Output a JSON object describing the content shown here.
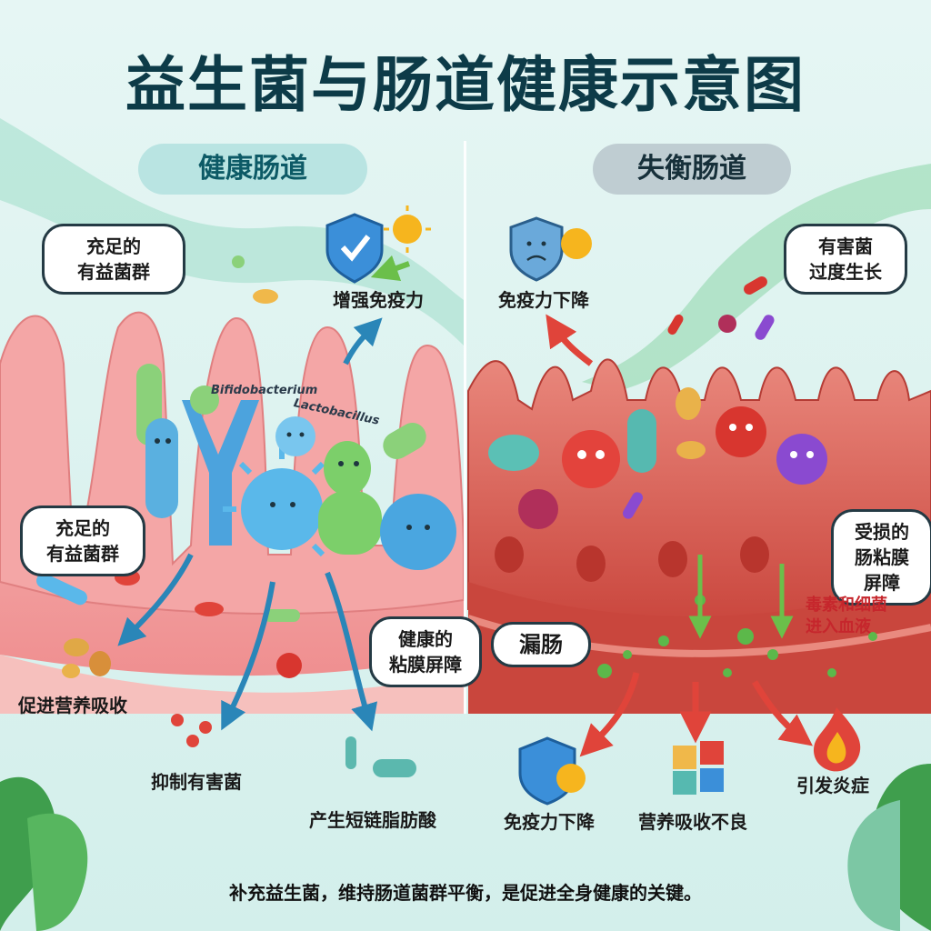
{
  "title": "益生菌与肠道健康示意图",
  "panels": {
    "healthy": {
      "header": "健康肠道",
      "bubble_top": "充足的\n有益菌群",
      "bubble_mid": "充足的\n有益菌群",
      "bubble_barrier": "健康的\n粘膜屏障",
      "immunity": "增强免疫力",
      "nutrient": "促进营养吸收",
      "inhibit": "抑制有害菌",
      "scfa": "产生短链脂肪酸",
      "bacteria_names": [
        "Bifidobacterium",
        "Lactobacillus"
      ]
    },
    "imbalanced": {
      "header": "失衡肠道",
      "bubble_overgrowth": "有害菌\n过度生长",
      "bubble_damaged": "受损的\n肠粘膜\n屏障",
      "leaky_gut": "漏肠",
      "immunity_down_top": "免疫力下降",
      "toxins": "毒素和细菌\n进入血液",
      "immunity_down": "免疫力下降",
      "malabsorption": "营养吸收不良",
      "inflammation": "引发炎症"
    }
  },
  "footer": "补充益生菌，维持肠道菌群平衡，是促进全身健康的关键。",
  "colors": {
    "background": "#dff3f1",
    "title": "#0d3b48",
    "healthy_tissue": "#f4a6a6",
    "inflamed_tissue": "#d9574d",
    "shield": "#3b8fd9",
    "sun": "#f6b51e",
    "arrow_blue": "#2a86b8",
    "arrow_red": "#e0443a",
    "arrow_green": "#6bbf4a"
  },
  "icons": [
    "shield-check-icon",
    "sun-icon",
    "sad-shield-icon",
    "fire-icon",
    "puzzle-icon",
    "leaf-icon"
  ]
}
